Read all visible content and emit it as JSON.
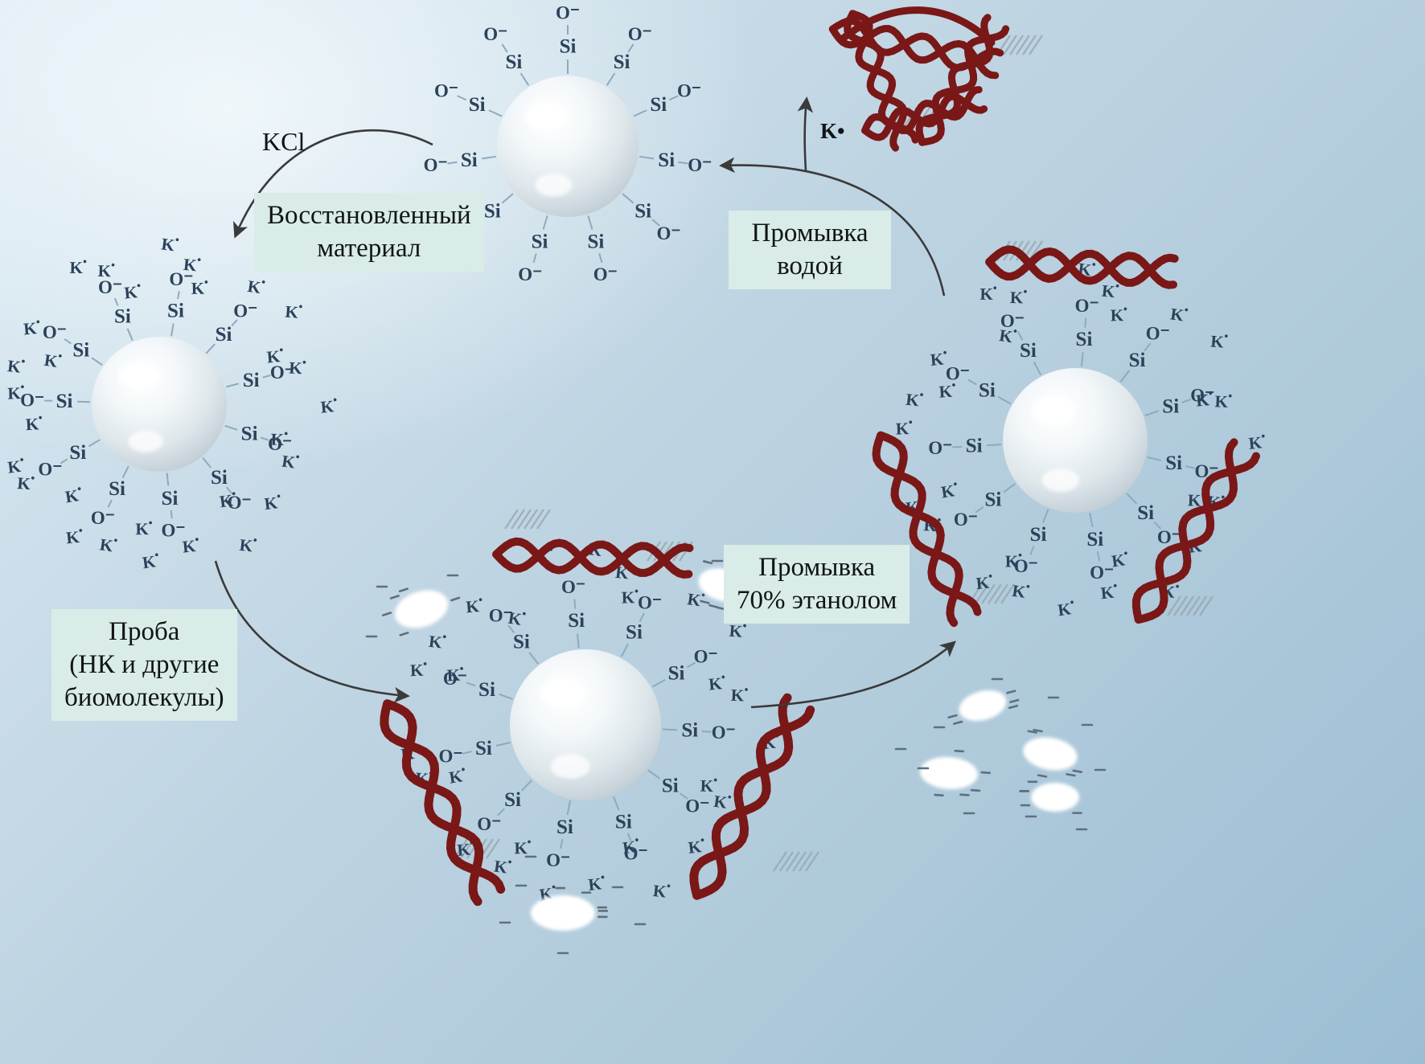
{
  "glyphs": {
    "si": "Si",
    "o": "O⁻",
    "k_base": "K",
    "k_sup": "•"
  },
  "labels": {
    "kcl": "KCl",
    "restored_1": "Восстановленный",
    "restored_2": "материал",
    "wash_water_1": "Промывка",
    "wash_water_2": "водой",
    "sample_1": "Проба",
    "sample_2": "(НК и другие",
    "sample_3": "биомолекулы)",
    "ethanol_1": "Промывка",
    "ethanol_2": "70% этанолом",
    "k_release": "K•"
  },
  "colors": {
    "dna": "#7a1717",
    "label_bg": "#d9ece7",
    "arrow": "#3a3a3a",
    "bond": "#8fa9bd",
    "ion_text": "#2c425a",
    "background_from": "#dcebf3",
    "background_to": "#9cbed3"
  }
}
